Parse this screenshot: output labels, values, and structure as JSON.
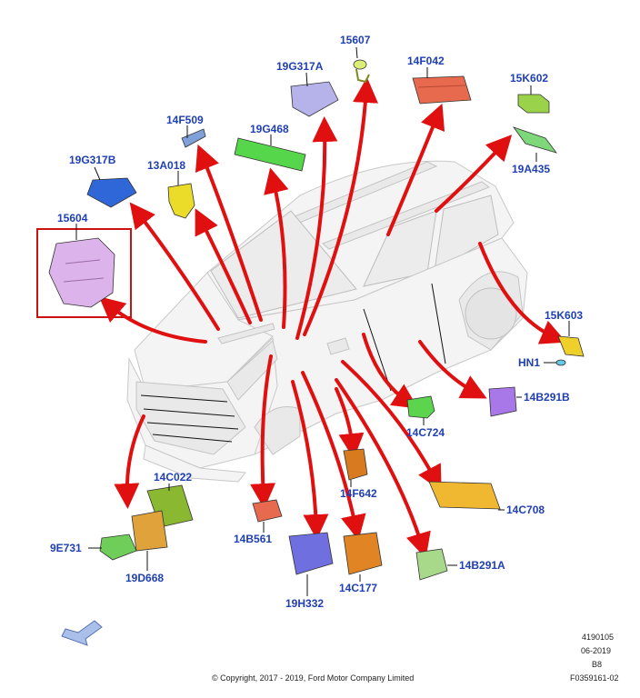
{
  "labels": {
    "l15607": "15607",
    "l14F042": "14F042",
    "l19G317A": "19G317A",
    "l15K602": "15K602",
    "l14F509": "14F509",
    "l19G468": "19G468",
    "l19A435": "19A435",
    "l19G317B": "19G317B",
    "l13A018": "13A018",
    "l15604": "15604",
    "l15K603": "15K603",
    "lHN1": "HN1",
    "l14B291B": "14B291B",
    "l14C724": "14C724",
    "l14C022": "14C022",
    "l14F642": "14F642",
    "l14C708": "14C708",
    "l9E731": "9E731",
    "l14B561": "14B561",
    "l19D668": "19D668",
    "l14B291A": "14B291A",
    "l19H332": "19H332",
    "l14C177": "14C177"
  },
  "meta": {
    "ref": "4190105",
    "date": "06-2019",
    "rev": "B8",
    "fig": "F0359161-02"
  },
  "copyright": "© Copyright, 2017 - 2019, Ford Motor Company Limited",
  "colors": {
    "label": "#1f3fb4",
    "arrow": "#e01010",
    "highlight_box": "#cc1111"
  }
}
